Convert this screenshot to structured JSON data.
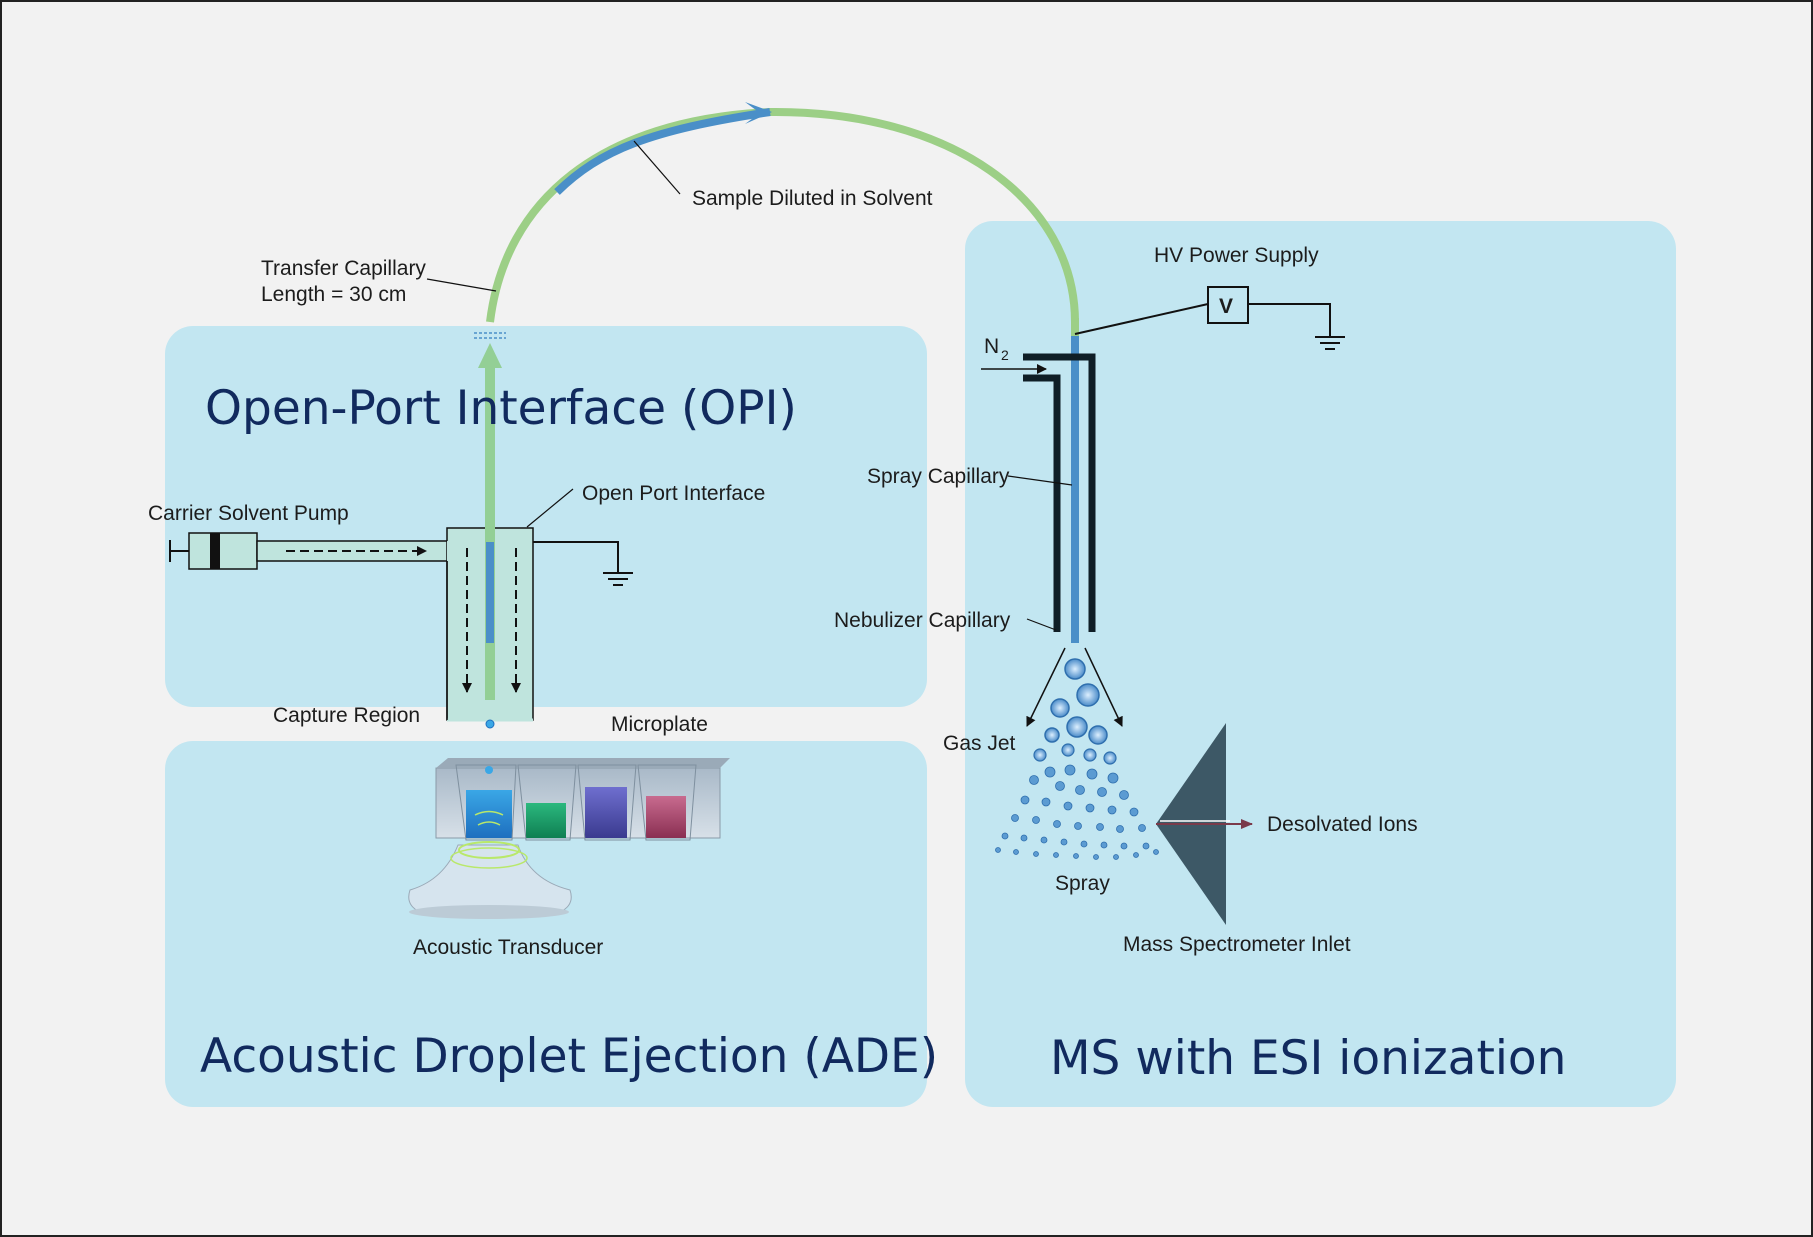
{
  "panels": {
    "opi_title": "Open-Port Interface (OPI)",
    "ade_title": "Acoustic Droplet Ejection (ADE)",
    "ms_title": "MS with ESI ionization"
  },
  "labels": {
    "sample_diluted": "Sample Diluted in Solvent",
    "transfer_capillary_1": "Transfer Capillary",
    "transfer_capillary_2": "Length = 30 cm",
    "hv_power_supply": "HV Power Supply",
    "voltmeter": "V",
    "n2": "N",
    "n2_sub": "2",
    "spray_capillary": "Spray Capillary",
    "nebulizer_capillary": "Nebulizer Capillary",
    "carrier_solvent_pump": "Carrier Solvent Pump",
    "open_port_interface": "Open Port Interface",
    "capture_region": "Capture Region",
    "microplate": "Microplate",
    "gas_jet": "Gas Jet",
    "desolvated_ions": "Desolvated Ions",
    "spray": "Spray",
    "mass_spectrometer_inlet": "Mass Spectrometer Inlet",
    "acoustic_transducer": "Acoustic Transducer"
  },
  "colors": {
    "panel": "#c2e6f1",
    "title": "#112a5e",
    "capillary_green": "#9ccf86",
    "sample_blue": "#4a8fc8",
    "cone": "#3d5866",
    "droplet": "#5b9bd2"
  }
}
